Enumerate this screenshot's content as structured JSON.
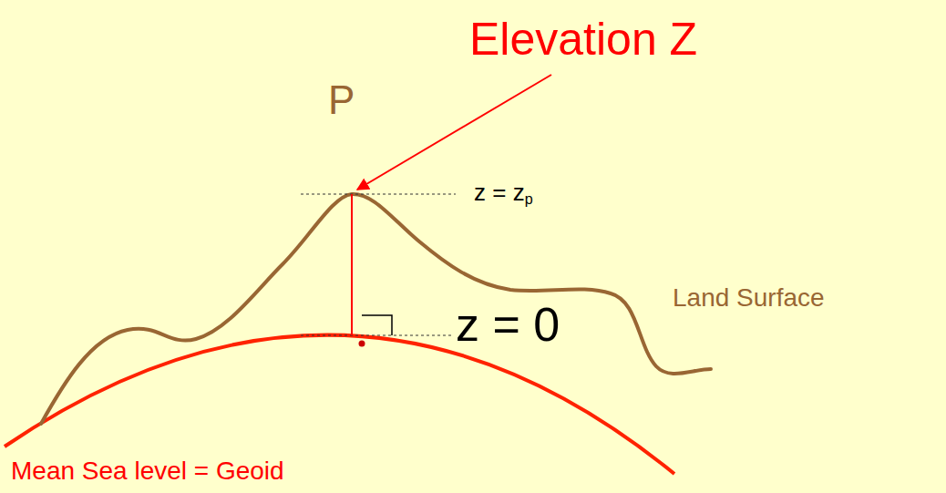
{
  "diagram": {
    "labels": [
      "Elevation Z",
      "P",
      "z = zp",
      "z = 0",
      "Land Surface",
      "Mean Sea level = Geoid"
    ]
  }
}
